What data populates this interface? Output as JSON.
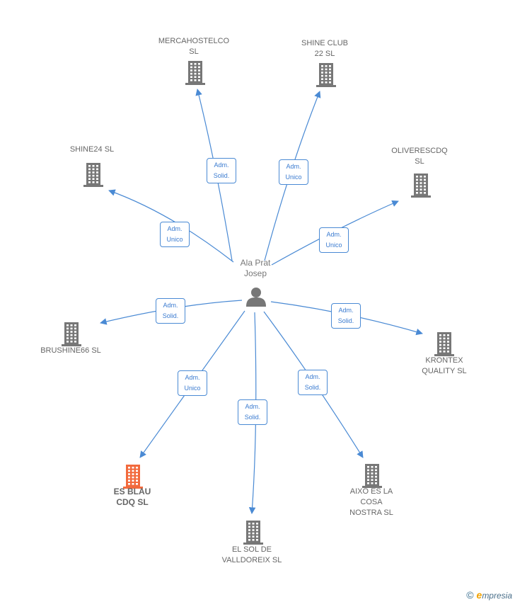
{
  "center": {
    "label": "Ala Prat\nJosep"
  },
  "colors": {
    "edge": "#4a8ad4",
    "building": "#777777",
    "building_highlight": "#f26a3d",
    "edge_text": "#3a7bd0"
  },
  "companies": [
    {
      "id": "mercahostelco",
      "label": "MERCAHOSTELCO\nSL",
      "highlight": false,
      "edge_label": "Adm.\nSolid."
    },
    {
      "id": "shine-club",
      "label": "SHINE CLUB\n22  SL",
      "highlight": false,
      "edge_label": "Adm.\nUnico"
    },
    {
      "id": "shine24",
      "label": "SHINE24  SL",
      "highlight": false,
      "edge_label": "Adm.\nUnico"
    },
    {
      "id": "oliverescdq",
      "label": "OLIVERESCDQ\nSL",
      "highlight": false,
      "edge_label": "Adm.\nUnico"
    },
    {
      "id": "brushine66",
      "label": "BRUSHINE66  SL",
      "highlight": false,
      "edge_label": "Adm.\nSolid."
    },
    {
      "id": "krontex",
      "label": "KRONTEX\nQUALITY SL",
      "highlight": false,
      "edge_label": "Adm.\nSolid."
    },
    {
      "id": "es-blau",
      "label": "ES BLAU\nCDQ  SL",
      "highlight": true,
      "edge_label": "Adm.\nUnico"
    },
    {
      "id": "el-sol",
      "label": "EL SOL DE\nVALLDOREIX  SL",
      "highlight": false,
      "edge_label": "Adm.\nSolid."
    },
    {
      "id": "aixo-es",
      "label": "AIXO ES LA\nCOSA\nNOSTRA  SL",
      "highlight": false,
      "edge_label": "Adm.\nSolid."
    }
  ],
  "footer": {
    "copyright_symbol": "©",
    "brand_initial": "e",
    "brand_rest": "mpresia"
  }
}
